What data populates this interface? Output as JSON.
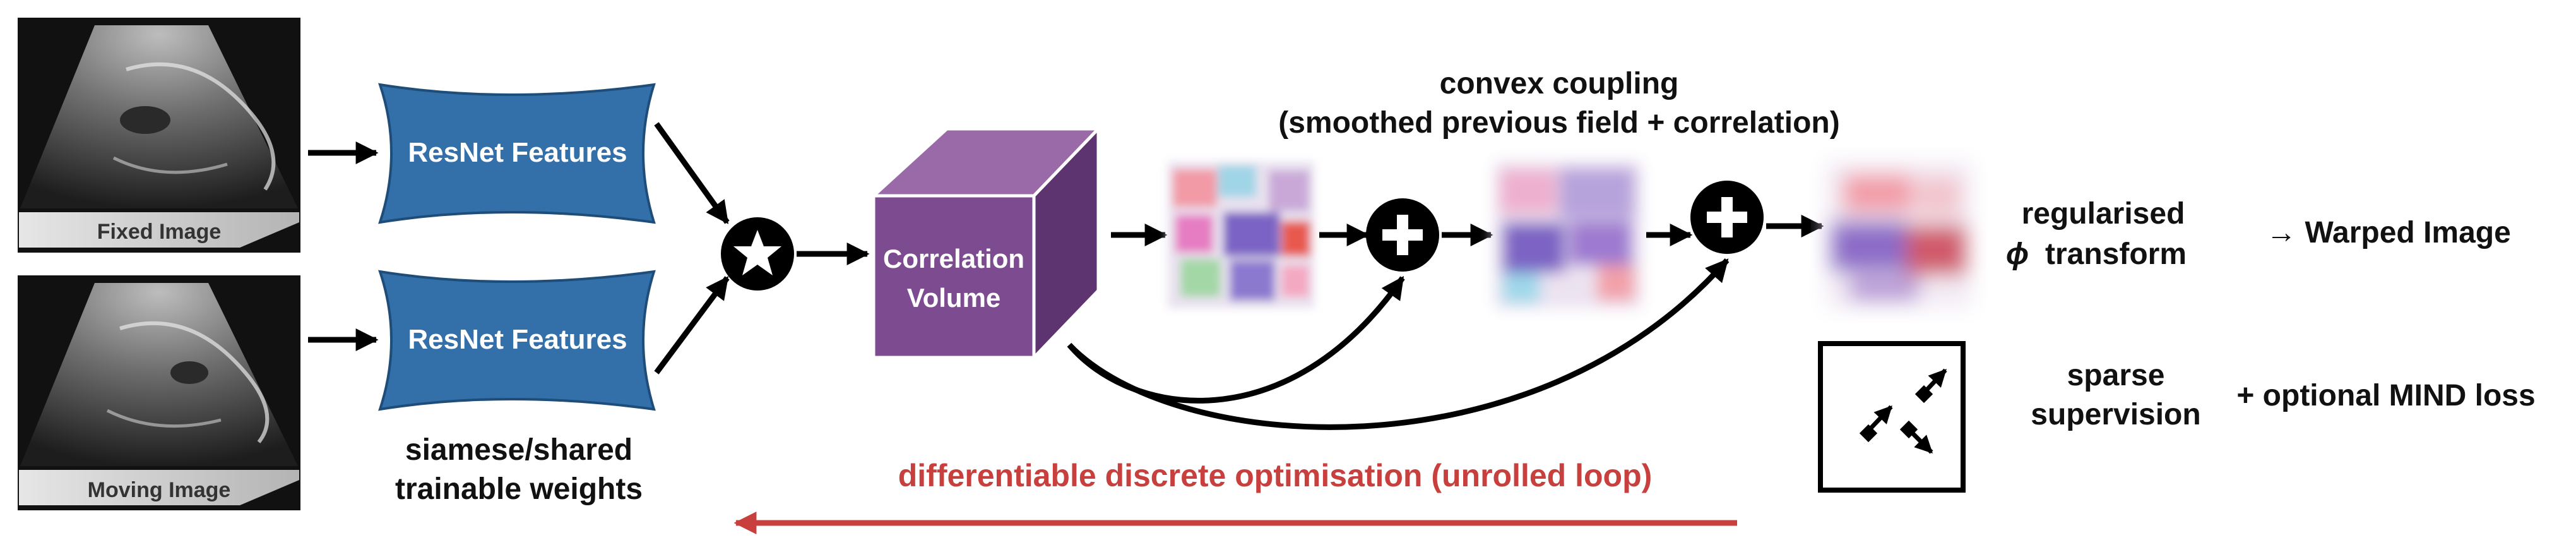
{
  "inputs": {
    "fixed_label": "Fixed Image",
    "moving_label": "Moving Image"
  },
  "features": {
    "top_label": "ResNet Features",
    "bottom_label": "ResNet Features",
    "caption_line1": "siamese/shared",
    "caption_line2": "trainable weights",
    "color": "#336fa8"
  },
  "correlation": {
    "label_line1": "Correlation",
    "label_line2": "Volume",
    "color": "#7d4b8f"
  },
  "coupling": {
    "title_line1": "convex coupling",
    "title_line2": "(smoothed previous field + correlation)"
  },
  "output": {
    "reg_line1": "regularised",
    "reg_phi": "ϕ",
    "reg_line2": "transform",
    "warped": "→ Warped Image"
  },
  "supervision": {
    "line1": "sparse",
    "line2": "supervision",
    "mind": "+ optional MIND loss"
  },
  "loop": {
    "label": "differentiable discrete optimisation (unrolled loop)",
    "color": "#c8403e"
  },
  "icons": {
    "star": "star-icon",
    "plus": "plus-icon"
  }
}
